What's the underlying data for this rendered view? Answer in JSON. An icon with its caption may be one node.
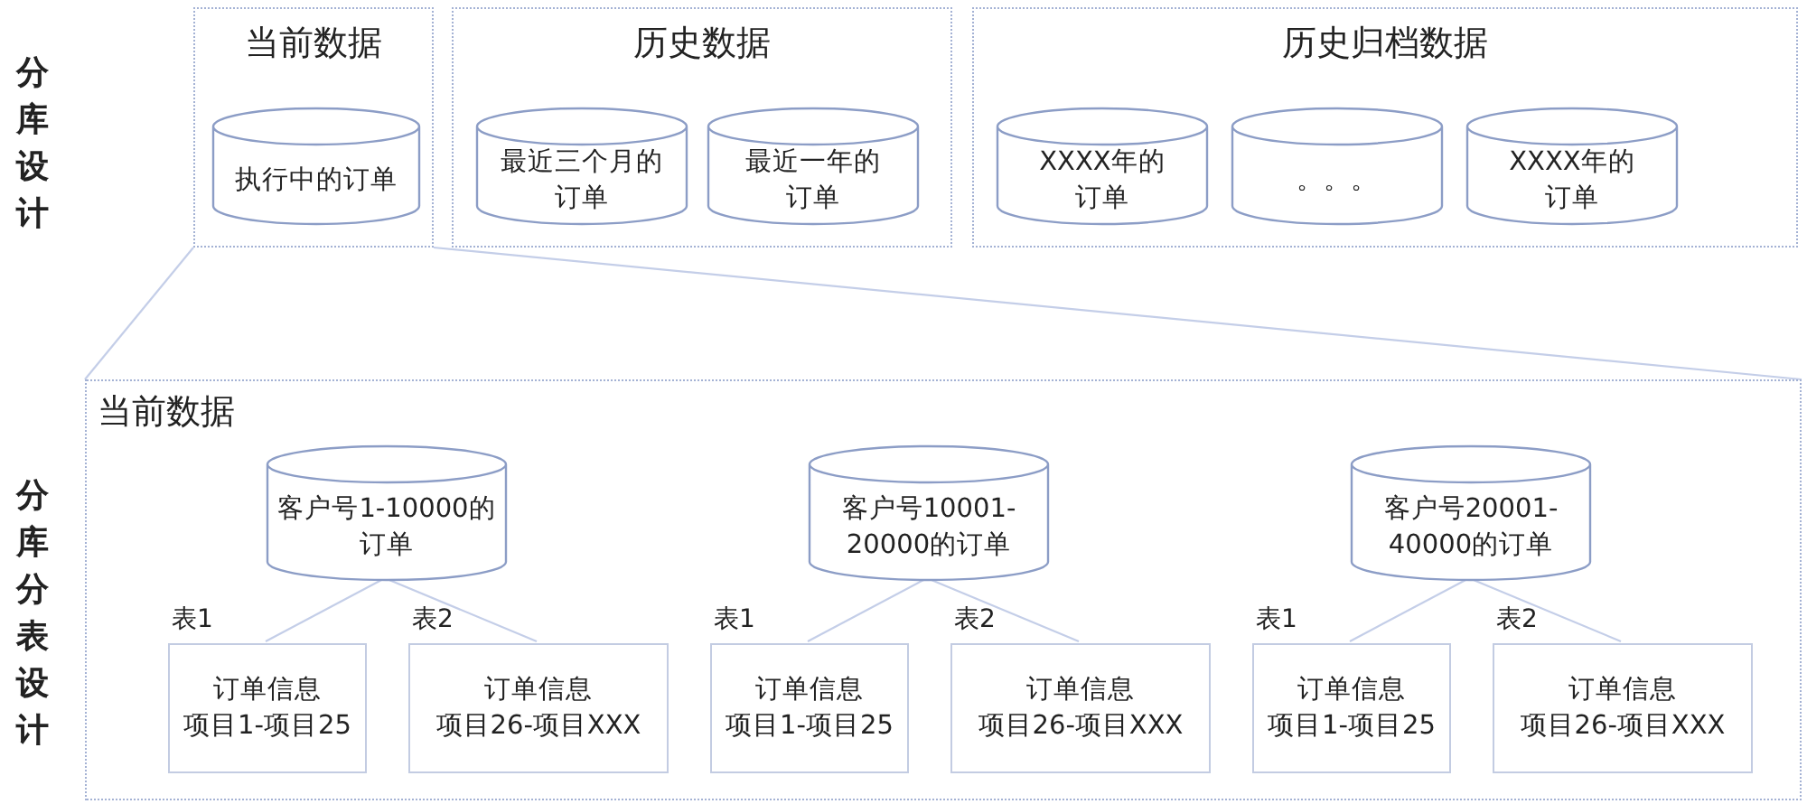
{
  "diagram": {
    "nodes": [
      {
        "text": [
          "当前数据"
        ]
      },
      {
        "text": [
          "执行中的订单"
        ],
        "in": 0
      },
      {
        "text": [
          "历史数据"
        ]
      },
      {
        "text": [
          "最近三个月的订单"
        ],
        "in": 2
      },
      {
        "text": [
          "最近一年的订单"
        ],
        "in": 2
      },
      {
        "text": [
          "历史归档数据"
        ]
      },
      {
        "text": [
          "XXXX年的订单"
        ],
        "in": 5
      },
      {
        "text": [
          "。。。"
        ],
        "in": 5
      },
      {
        "text": [
          "XXXX年的订单"
        ],
        "in": 5
      },
      {
        "text": [
          "当前数据"
        ]
      },
      {
        "text": [
          "客户号1-10000的订单"
        ],
        "in": 9
      },
      {
        "text": [
          "表1",
          "订单信息",
          "项目1-项目25"
        ],
        "in": 9
      },
      {
        "text": [
          "表2",
          "订单信息",
          "项目26-项目XXX"
        ],
        "in": 9
      },
      {
        "text": [
          "客户号10001-20000的订单"
        ],
        "in": 9
      },
      {
        "text": [
          "表1",
          "订单信息",
          "项目1-项目25"
        ],
        "in": 9
      },
      {
        "text": [
          "表2",
          "订单信息",
          "项目26-项目XXX"
        ],
        "in": 9
      },
      {
        "text": [
          "客户号20001-40000的订单"
        ],
        "in": 9
      },
      {
        "text": [
          "表1",
          "订单信息",
          "项目1-项目25"
        ],
        "in": 9
      },
      {
        "text": [
          "表2",
          "订单信息",
          "项目26-项目XXX"
        ],
        "in": 9
      }
    ],
    "edges": [
      {
        "from": 0,
        "to": 9,
        "arrow": "none"
      },
      {
        "from": 0,
        "to": 9,
        "arrow": "none"
      },
      {
        "from": 10,
        "to": 11,
        "arrow": "none"
      },
      {
        "from": 10,
        "to": 12,
        "arrow": "none"
      },
      {
        "from": 13,
        "to": 14,
        "arrow": "none"
      },
      {
        "from": 13,
        "to": 15,
        "arrow": "none"
      },
      {
        "from": 16,
        "to": 17,
        "arrow": "none"
      },
      {
        "from": 16,
        "to": 18,
        "arrow": "none"
      }
    ],
    "labels": [
      "分库设计",
      "分库分表设计"
    ]
  }
}
